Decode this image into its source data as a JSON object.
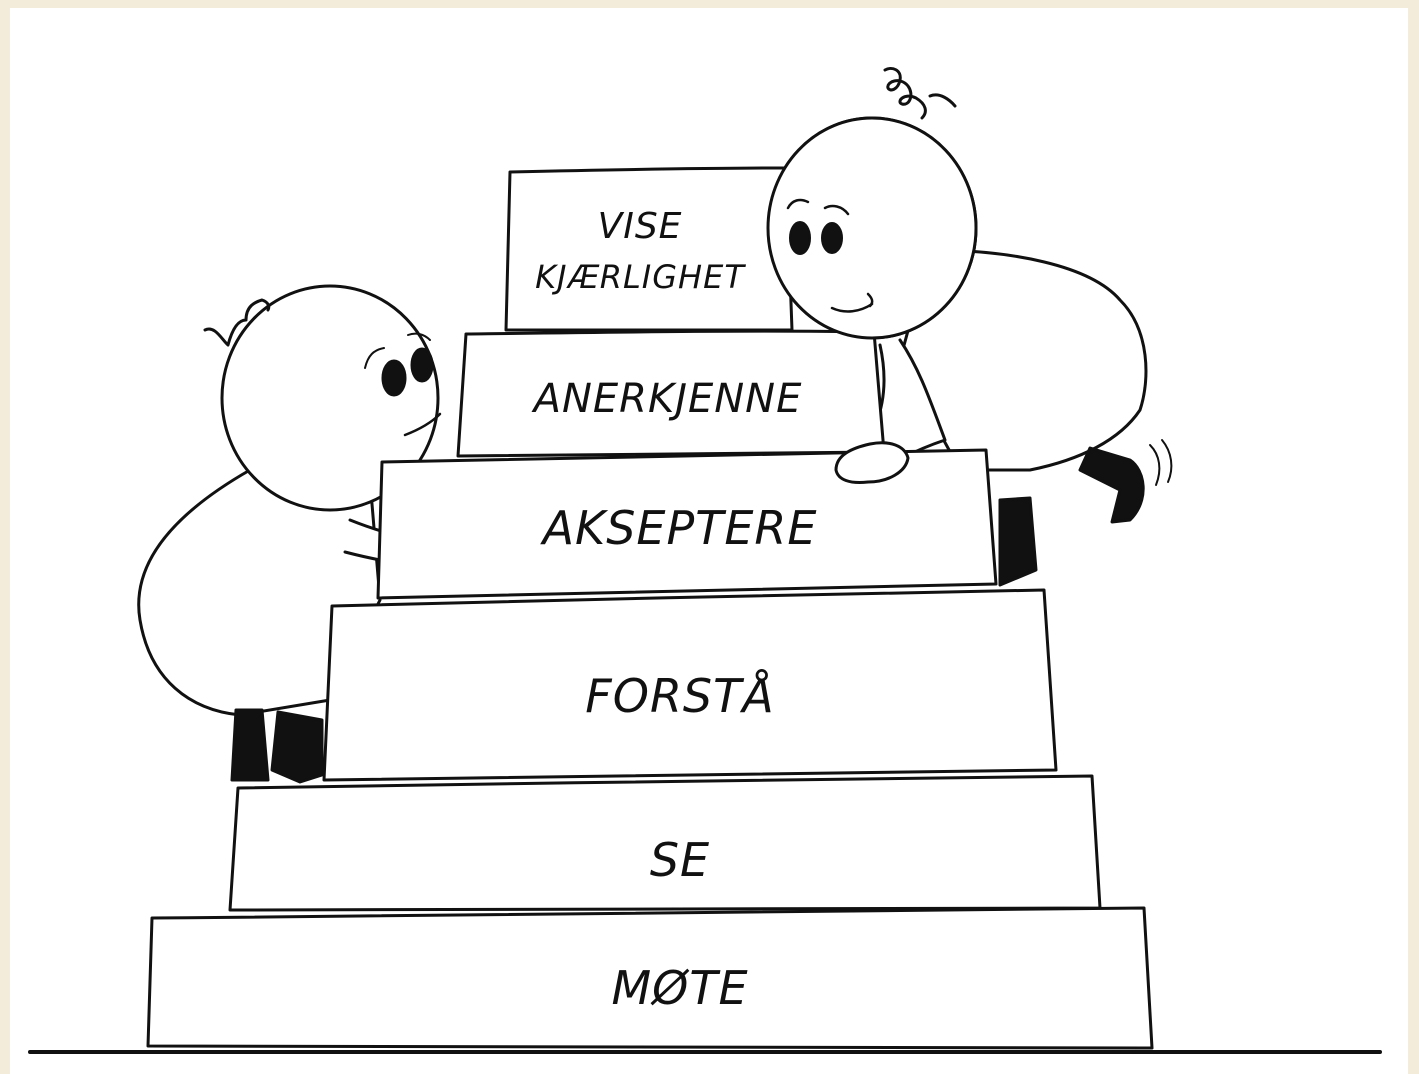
{
  "steps": [
    {
      "label": "MØTE"
    },
    {
      "label": "SE"
    },
    {
      "label": "FORSTÅ"
    },
    {
      "label": "AKSEPTERE"
    },
    {
      "label": "ANERKJENNE"
    },
    {
      "label": "VISE",
      "label2": "KJÆRLIGHET"
    }
  ],
  "colors": {
    "background": "#f3ecdb",
    "panel": "#ffffff",
    "ink": "#111111"
  }
}
